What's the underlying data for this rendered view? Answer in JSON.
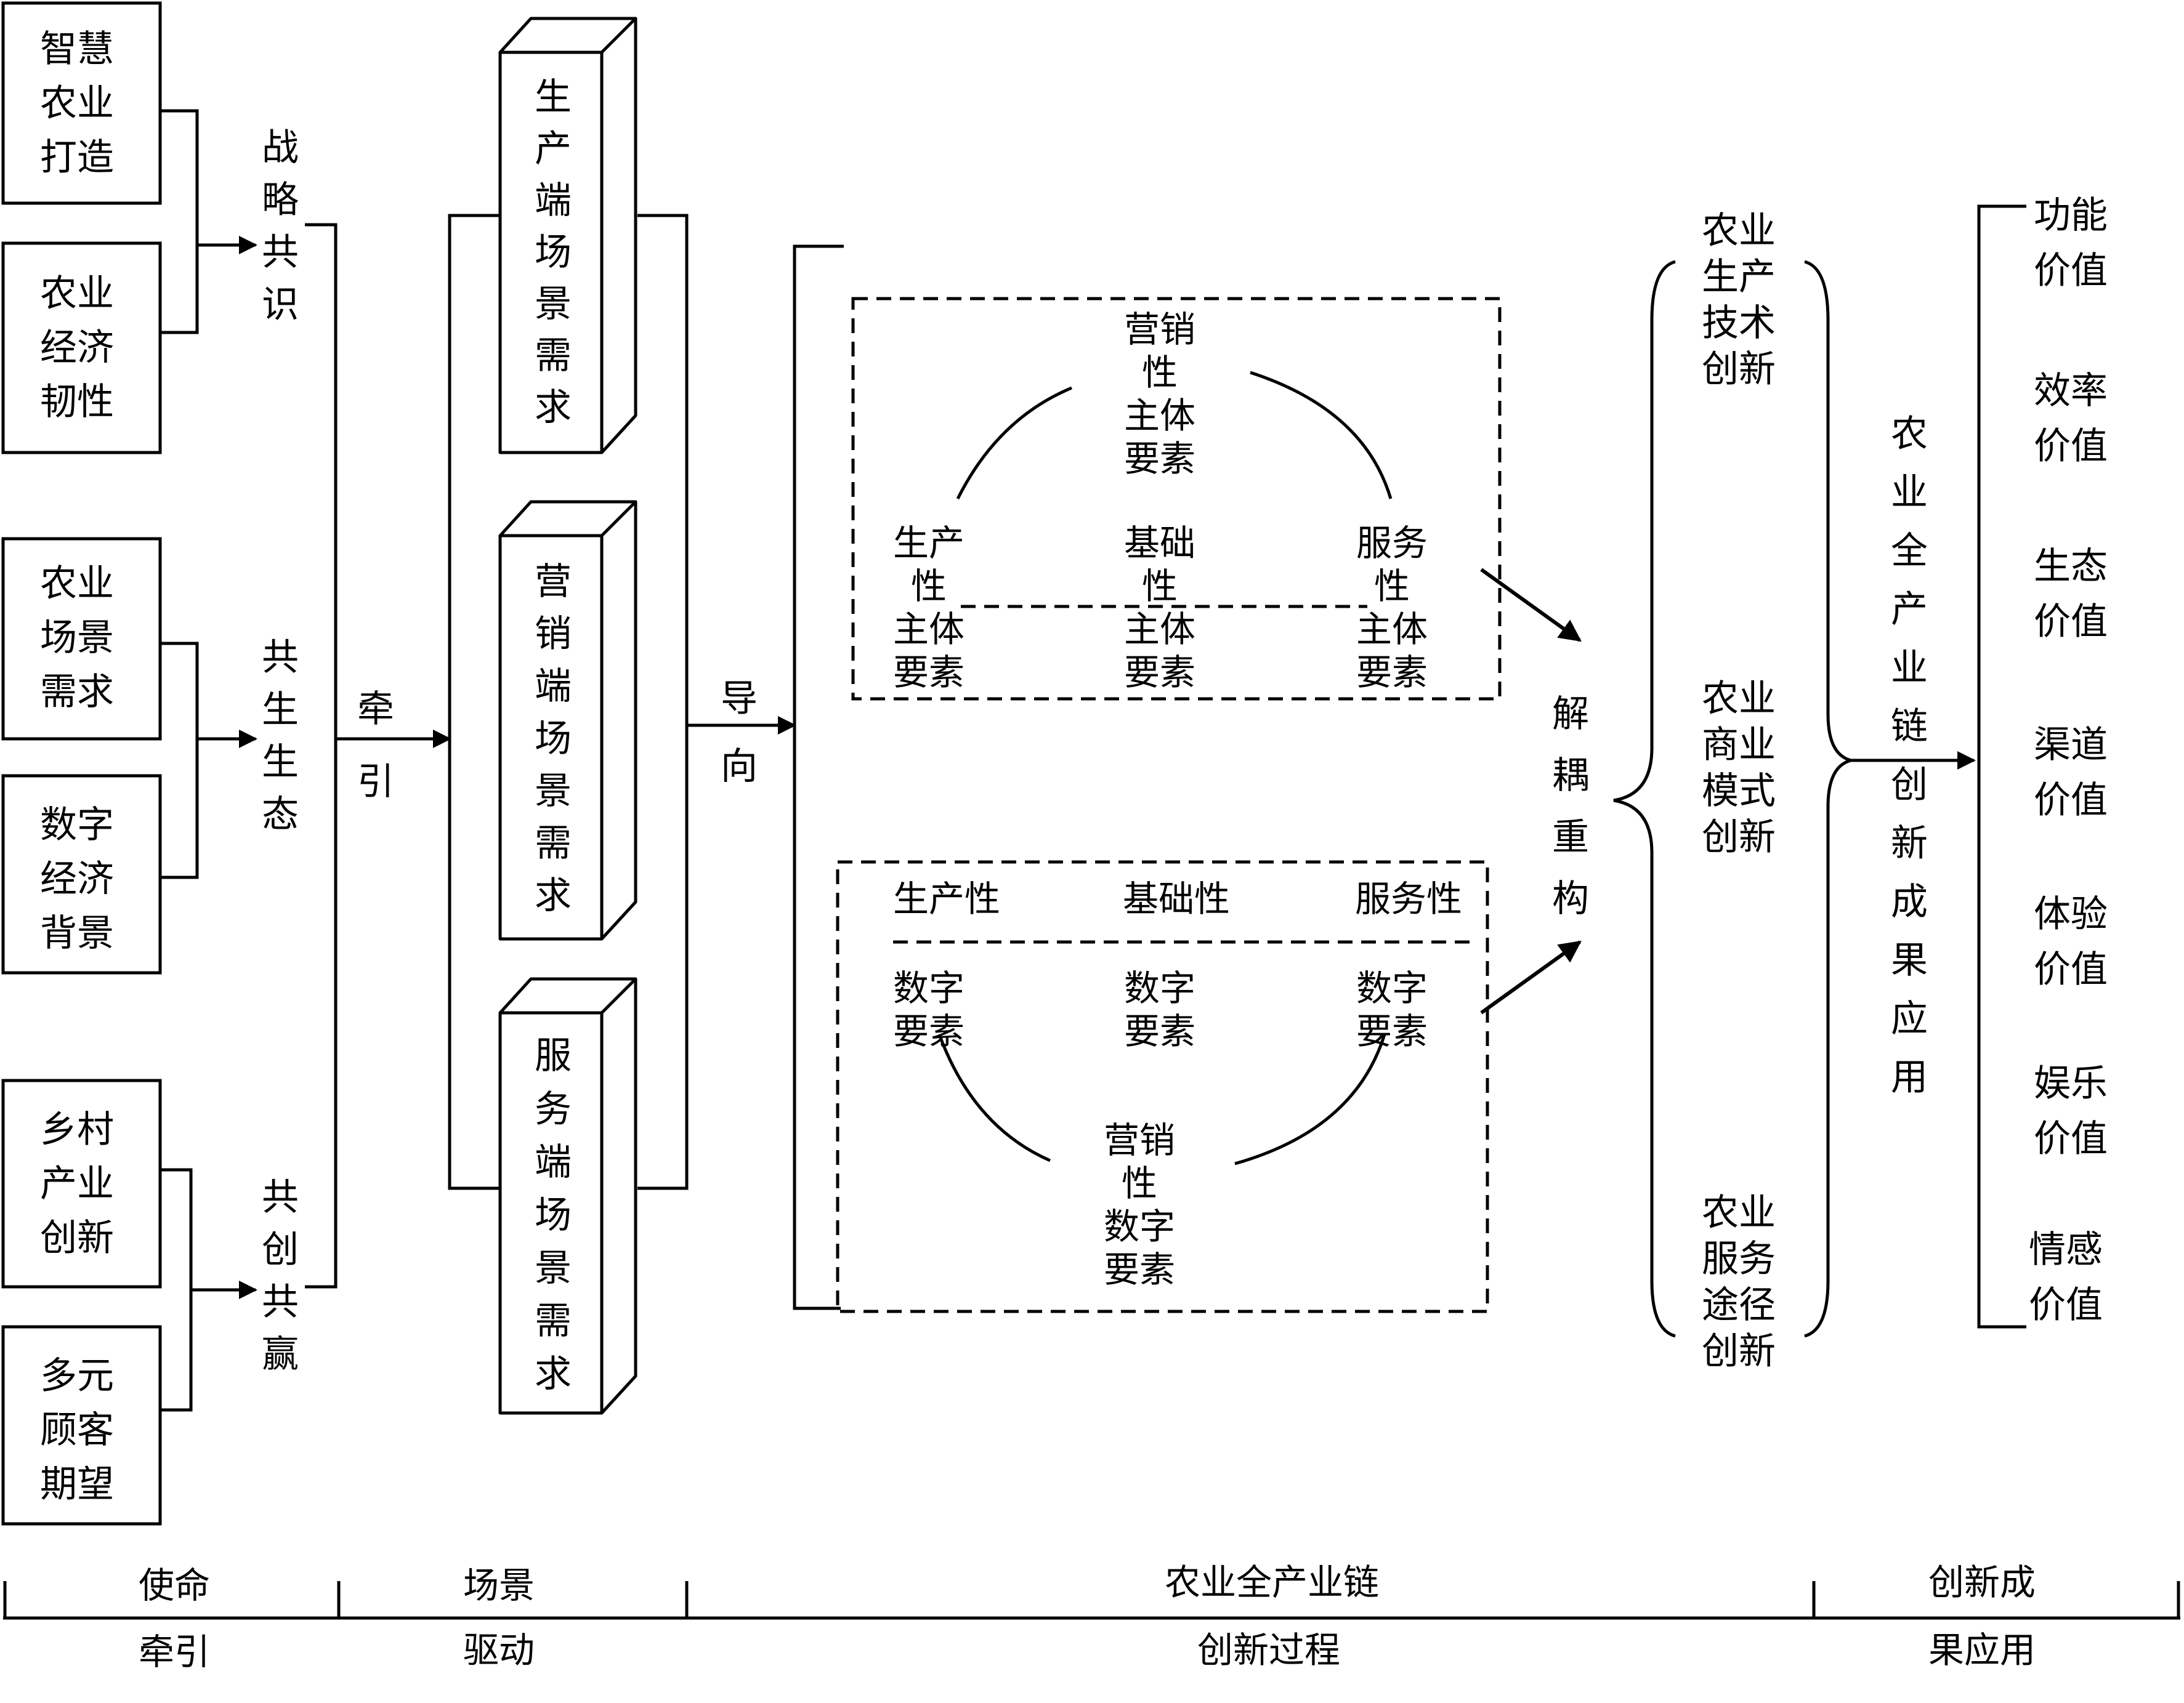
{
  "mission": {
    "boxes": [
      [
        "智慧",
        "农业",
        "打造"
      ],
      [
        "农业",
        "经济",
        "韧性"
      ],
      [
        "农业",
        "场景",
        "需求"
      ],
      [
        "数字",
        "经济",
        "背景"
      ],
      [
        "乡村",
        "产业",
        "创新"
      ],
      [
        "多元",
        "顾客",
        "期望"
      ]
    ],
    "results": [
      [
        "战",
        "略",
        "共",
        "识"
      ],
      [
        "共",
        "生",
        "生",
        "态"
      ],
      [
        "共",
        "创",
        "共",
        "赢"
      ]
    ],
    "arrow_label": [
      "牵",
      "引"
    ]
  },
  "scenes": {
    "prisms": [
      [
        "生",
        "产",
        "端",
        "场",
        "景",
        "需",
        "求"
      ],
      [
        "营",
        "销",
        "端",
        "场",
        "景",
        "需",
        "求"
      ],
      [
        "服",
        "务",
        "端",
        "场",
        "景",
        "需",
        "求"
      ]
    ],
    "arrow_label": [
      "导",
      "向"
    ]
  },
  "process": {
    "top_box": {
      "top_label": [
        "营销",
        "性",
        "主体",
        "要素"
      ],
      "bottom_labels": [
        [
          "生产",
          "性",
          "主体",
          "要素"
        ],
        [
          "基础",
          "性",
          "主体",
          "要素"
        ],
        [
          "服务",
          "性",
          "主体",
          "要素"
        ]
      ]
    },
    "bottom_box": {
      "header": [
        "生产性",
        "基础性",
        "服务性"
      ],
      "row_labels": [
        [
          "数字",
          "要素"
        ],
        [
          "数字",
          "要素"
        ],
        [
          "数字",
          "要素"
        ]
      ],
      "bottom_label": [
        "营销",
        "性",
        "数字",
        "要素"
      ]
    },
    "decouple_label": [
      "解",
      "耦",
      "重",
      "构"
    ]
  },
  "innovations": [
    [
      "农业",
      "生产",
      "技术",
      "创新"
    ],
    [
      "农业",
      "商业",
      "模式",
      "创新"
    ],
    [
      "农业",
      "服务",
      "途径",
      "创新"
    ]
  ],
  "result_label": [
    "农",
    "业",
    "全",
    "产",
    "业",
    "链",
    "创",
    "新",
    "成",
    "果",
    "应",
    "用"
  ],
  "values": [
    [
      "功能",
      "价值"
    ],
    [
      "效率",
      "价值"
    ],
    [
      "生态",
      "价值"
    ],
    [
      "渠道",
      "价值"
    ],
    [
      "体验",
      "价值"
    ],
    [
      "娱乐",
      "价值"
    ],
    [
      "情感",
      "价值"
    ]
  ],
  "stages": [
    {
      "top": "使命",
      "bottom": "牵引"
    },
    {
      "top": "场景",
      "bottom": "驱动"
    },
    {
      "top": "农业全产业链",
      "bottom": "创新过程"
    },
    {
      "top": "创新成",
      "bottom": "果应用"
    }
  ]
}
